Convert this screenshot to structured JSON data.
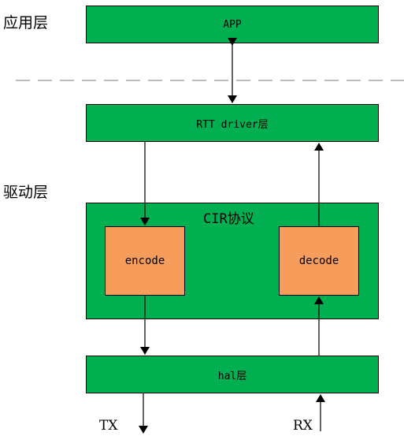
{
  "layers": {
    "application": "应用层",
    "driver": "驱动层"
  },
  "boxes": {
    "app": "APP",
    "rtt_driver": "RTT driver层",
    "cir": "CIR协议",
    "encode": "encode",
    "decode": "decode",
    "hal": "hal层"
  },
  "io": {
    "tx": "TX",
    "rx": "RX"
  },
  "colors": {
    "layer_box": "#00b050",
    "codec_box": "#f79d5b",
    "separator": "#a6a6a6"
  }
}
